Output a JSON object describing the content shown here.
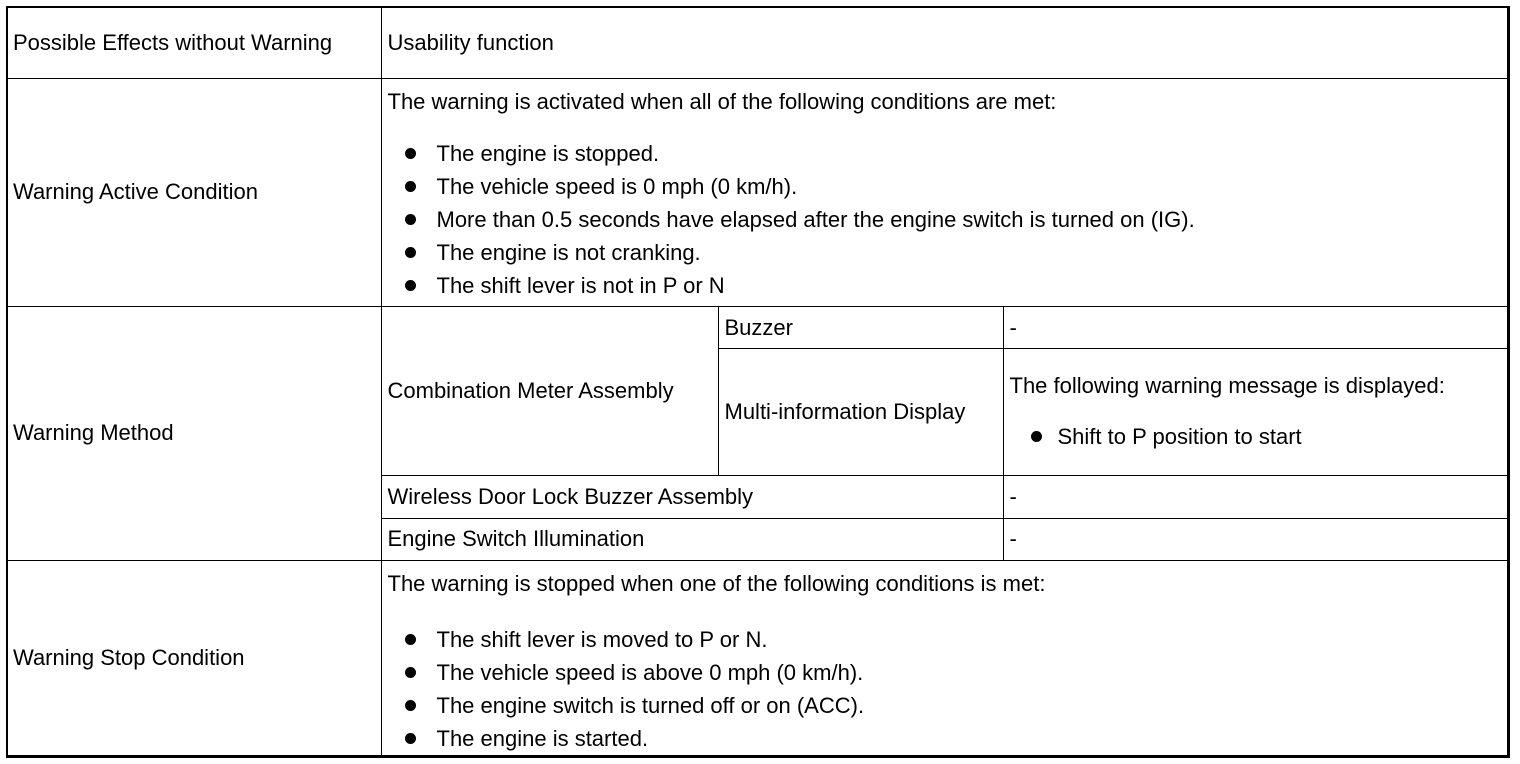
{
  "rows": {
    "possible_effects": {
      "label": "Possible Effects without Warning",
      "value": "Usability function"
    },
    "active_condition": {
      "label": "Warning Active Condition",
      "lead": "The warning is activated when all of the following conditions are met:",
      "items": [
        "The engine is stopped.",
        "The vehicle speed is 0 mph (0 km/h).",
        "More than 0.5 seconds have elapsed after the engine switch is turned on (IG).",
        "The engine is not cranking.",
        "The shift lever is not in P or N"
      ]
    },
    "method": {
      "label": "Warning Method",
      "combination_meter": "Combination Meter Assembly",
      "buzzer_label": "Buzzer",
      "buzzer_value": "-",
      "mid_label": "Multi-information Display",
      "mid_lead": "The following warning message is displayed:",
      "mid_items": [
        "Shift to P position to start"
      ],
      "door_lock_label": "Wireless Door Lock Buzzer Assembly",
      "door_lock_value": "-",
      "illumination_label": "Engine Switch Illumination",
      "illumination_value": "-"
    },
    "stop_condition": {
      "label": "Warning Stop Condition",
      "lead": "The warning is stopped when one of the following conditions is met:",
      "items": [
        "The shift lever is moved to P or N.",
        "The vehicle speed is above 0 mph (0 km/h).",
        "The engine switch is turned off or on (ACC).",
        "The engine is started."
      ]
    }
  }
}
